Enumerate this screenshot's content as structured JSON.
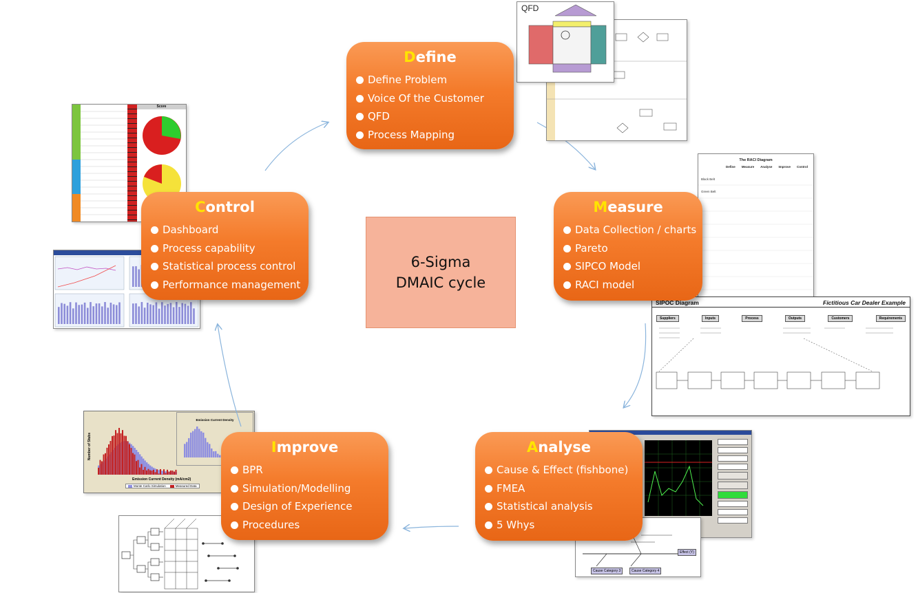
{
  "center": {
    "line1": "6-Sigma",
    "line2": "DMAIC cycle"
  },
  "phases": {
    "define": {
      "initial": "D",
      "rest": "efine",
      "items": [
        "Define Problem",
        "Voice Of the Customer",
        "QFD",
        "Process Mapping"
      ]
    },
    "measure": {
      "initial": "M",
      "rest": "easure",
      "items": [
        "Data Collection / charts",
        "Pareto",
        "SIPCO Model",
        "RACI model"
      ]
    },
    "analyse": {
      "initial": "A",
      "rest": "nalyse",
      "items": [
        "Cause & Effect (fishbone)",
        "FMEA",
        "Statistical analysis",
        "5 Whys"
      ]
    },
    "improve": {
      "initial": "I",
      "rest": "mprove",
      "items": [
        "BPR",
        "Simulation/Modelling",
        "Design of Experience",
        "Procedures"
      ]
    },
    "control": {
      "initial": "C",
      "rest": "ontrol",
      "items": [
        "Dashboard",
        "Process capability",
        "Statistical process control",
        "Performance management"
      ]
    }
  },
  "thumbnails": {
    "qfd": {
      "title": "QFD"
    },
    "raci": {
      "title": "The RACI Diagram",
      "columns": [
        "Define",
        "Measure",
        "Analyse",
        "Improve",
        "Control"
      ],
      "rows": [
        "Black Belt",
        "Green Belt"
      ]
    },
    "sipoc": {
      "title": "SIPOC Diagram",
      "subtitle": "Fictitious Car Dealer Example",
      "columns": [
        "Suppliers",
        "Inputs",
        "Process",
        "Outputs",
        "Customers",
        "Requirements"
      ]
    },
    "dashboard": {
      "header": "Score"
    },
    "histogram": {
      "ylabel": "Number of Stubs",
      "xlabel": "Emission Current Density (mA/cm2)",
      "legend": [
        "Monte Carlo Simulation",
        "Measured Data"
      ],
      "inset_title": "Emission Current Density"
    },
    "spc": {
      "effect": "Effect (Y)",
      "causes": [
        "Cause Category 3",
        "Cause Category 4"
      ]
    }
  },
  "colors": {
    "accent": "#f47b2b",
    "initial": "#ffe400",
    "center": "#f6b39a",
    "arrow": "#8ab4dc"
  }
}
